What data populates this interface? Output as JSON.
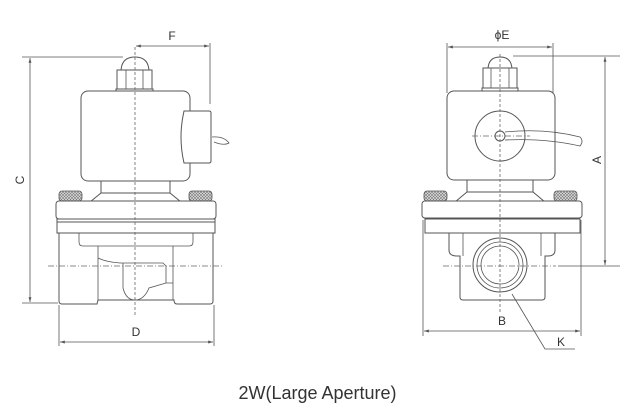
{
  "title": "2W(Large Aperture)",
  "front_view": {
    "dimensions": {
      "F": "F",
      "C": "C",
      "D": "D"
    }
  },
  "side_view": {
    "dimensions": {
      "E": "ϕE",
      "A": "A",
      "B": "B",
      "K": "K"
    }
  }
}
